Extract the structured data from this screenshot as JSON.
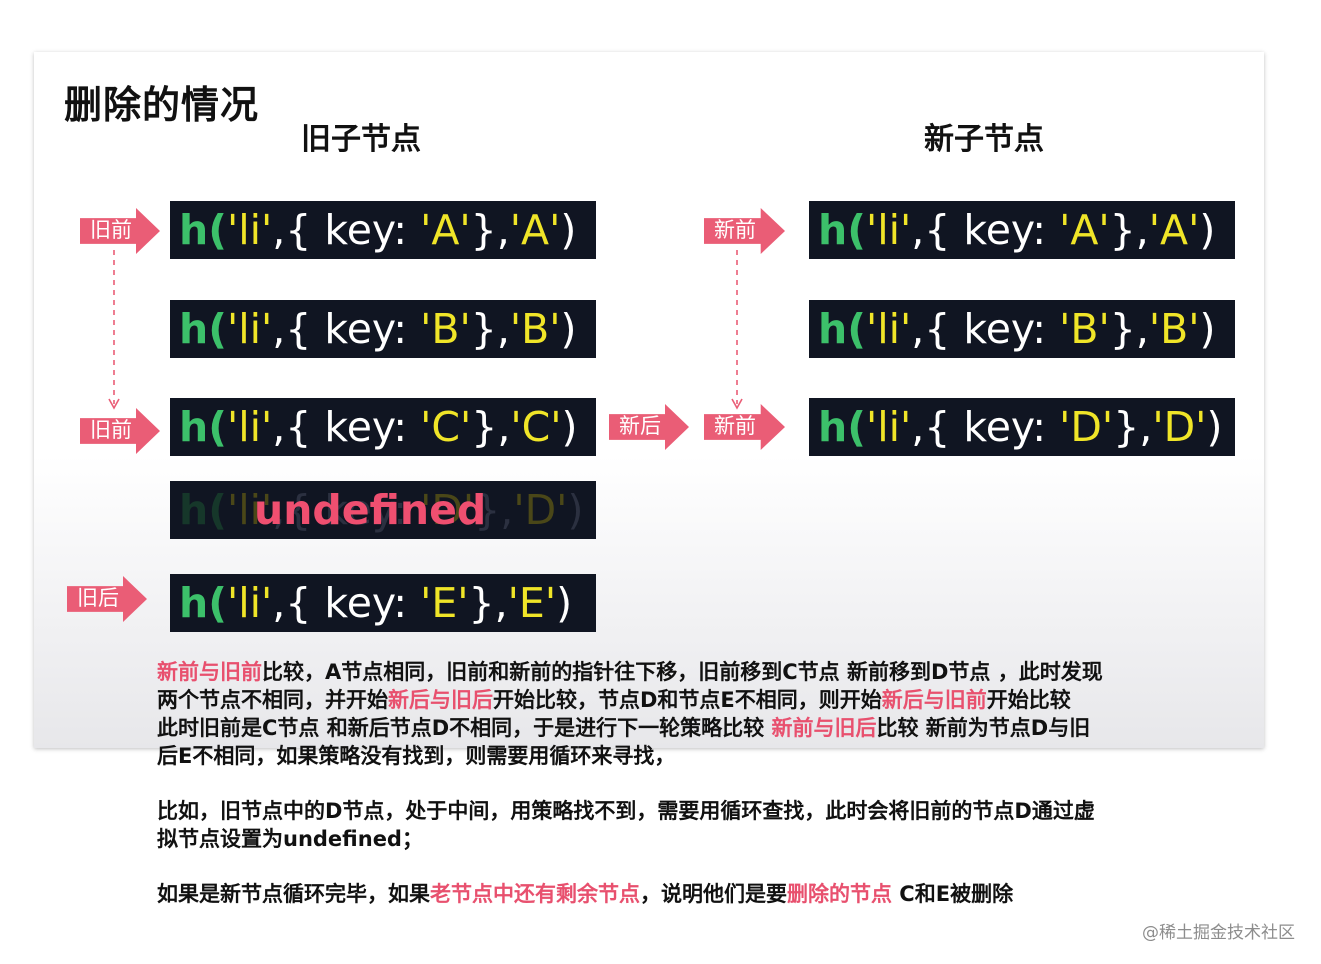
{
  "title": "删除的情况",
  "headings": {
    "old": "旧子节点",
    "new": "新子节点"
  },
  "code": {
    "prefix": "h(",
    "li": "'li'",
    "mid": ",{ key: ",
    "close": "},",
    "end": ")",
    "old_nodes": [
      {
        "key": "'A'",
        "text": "'A'"
      },
      {
        "key": "'B'",
        "text": "'B'"
      },
      {
        "key": "'C'",
        "text": "'C'"
      },
      {
        "key": "'D'",
        "text": "'D'"
      },
      {
        "key": "'E'",
        "text": "'E'"
      }
    ],
    "new_nodes": [
      {
        "key": "'A'",
        "text": "'A'"
      },
      {
        "key": "'B'",
        "text": "'B'"
      },
      {
        "key": "'D'",
        "text": "'D'"
      }
    ],
    "undefined_label": "undefined"
  },
  "pointers": {
    "old_front_1": "旧前",
    "old_front_2": "旧前",
    "old_back": "旧后",
    "new_front_1": "新前",
    "new_front_2": "新前",
    "new_back": "新后"
  },
  "description": {
    "line1": [
      {
        "t": "新前与旧前",
        "hl": true
      },
      {
        "t": "比较，A节点相同，旧前和新前的指针往下移，旧前移到C节点  新前移到D节点  ，此时发现",
        "hl": false
      }
    ],
    "line2": [
      {
        "t": "两个节点不相同，并开始",
        "hl": false
      },
      {
        "t": "新后与旧后",
        "hl": true
      },
      {
        "t": "开始比较，节点D和节点E不相同，则开始",
        "hl": false
      },
      {
        "t": "新后与旧前",
        "hl": true
      },
      {
        "t": "开始比较",
        "hl": false
      }
    ],
    "line3": [
      {
        "t": "此时旧前是C节点 和新后节点D不相同，于是进行下一轮策略比较   ",
        "hl": false
      },
      {
        "t": "新前与旧后",
        "hl": true
      },
      {
        "t": "比较  新前为节点D与旧",
        "hl": false
      }
    ],
    "line4": [
      {
        "t": "后E不相同，如果策略没有找到，则需要用循环来寻找，",
        "hl": false
      }
    ],
    "line5": [
      {
        "t": "比如，旧节点中的D节点，处于中间，用策略找不到，需要用循环查找，此时会将旧前的节点D通过虚",
        "hl": false
      }
    ],
    "line6": [
      {
        "t": "拟节点设置为undefined；",
        "hl": false
      }
    ],
    "line7": [
      {
        "t": "如果是新节点循环完毕，如果",
        "hl": false
      },
      {
        "t": "老节点中还有剩余节点",
        "hl": true
      },
      {
        "t": "，说明他们是要",
        "hl": false
      },
      {
        "t": "删除的节点",
        "hl": true
      },
      {
        "t": "  C和E被删除",
        "hl": false
      }
    ]
  },
  "watermark": "@稀土掘金技术社区",
  "colors": {
    "pointer": "#ea5d76",
    "highlight_text": "#e8506e",
    "code_bg": "#101522",
    "code_h": "#3cc06a",
    "code_string": "#f0e528",
    "undefined_text": "#ef4f70"
  }
}
